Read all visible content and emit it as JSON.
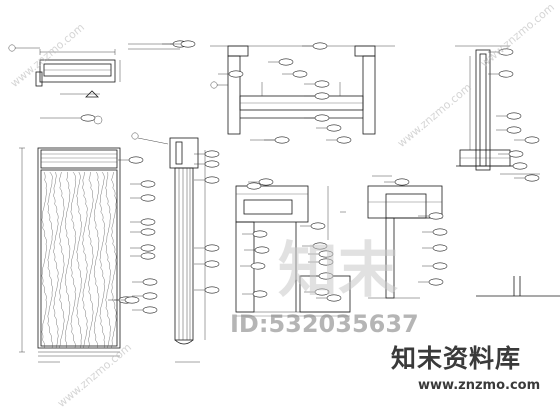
{
  "watermark": {
    "brand": "知末资料库",
    "url": "www.znzmo.com",
    "id_text": "ID:532035637",
    "big_mark": "知末",
    "diagonal_url": "www.znzmo.com"
  },
  "colors": {
    "line": "#1a1a1a",
    "background": "#ffffff",
    "watermark": "#3a3a3a"
  }
}
